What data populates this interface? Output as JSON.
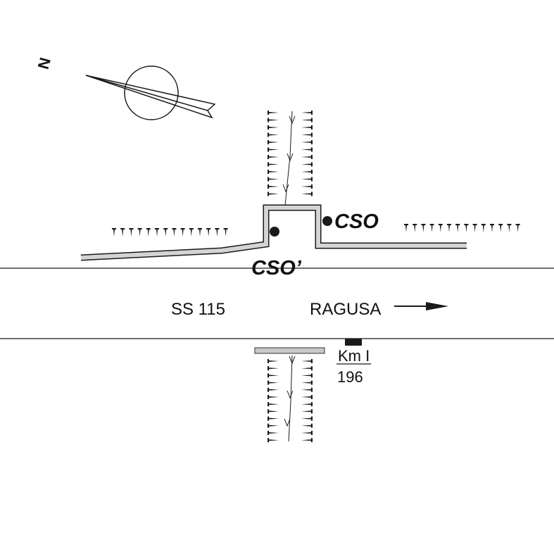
{
  "compass": {
    "north_label": "N"
  },
  "labels": {
    "cso": "CSO",
    "cso_prime": "CSO’",
    "road_name": "SS 115",
    "direction": "RAGUSA",
    "km_label": "Km I",
    "km_value": "196"
  },
  "colors": {
    "ink": "#1a1a1a",
    "structure_fill": "#d4d4d4"
  }
}
